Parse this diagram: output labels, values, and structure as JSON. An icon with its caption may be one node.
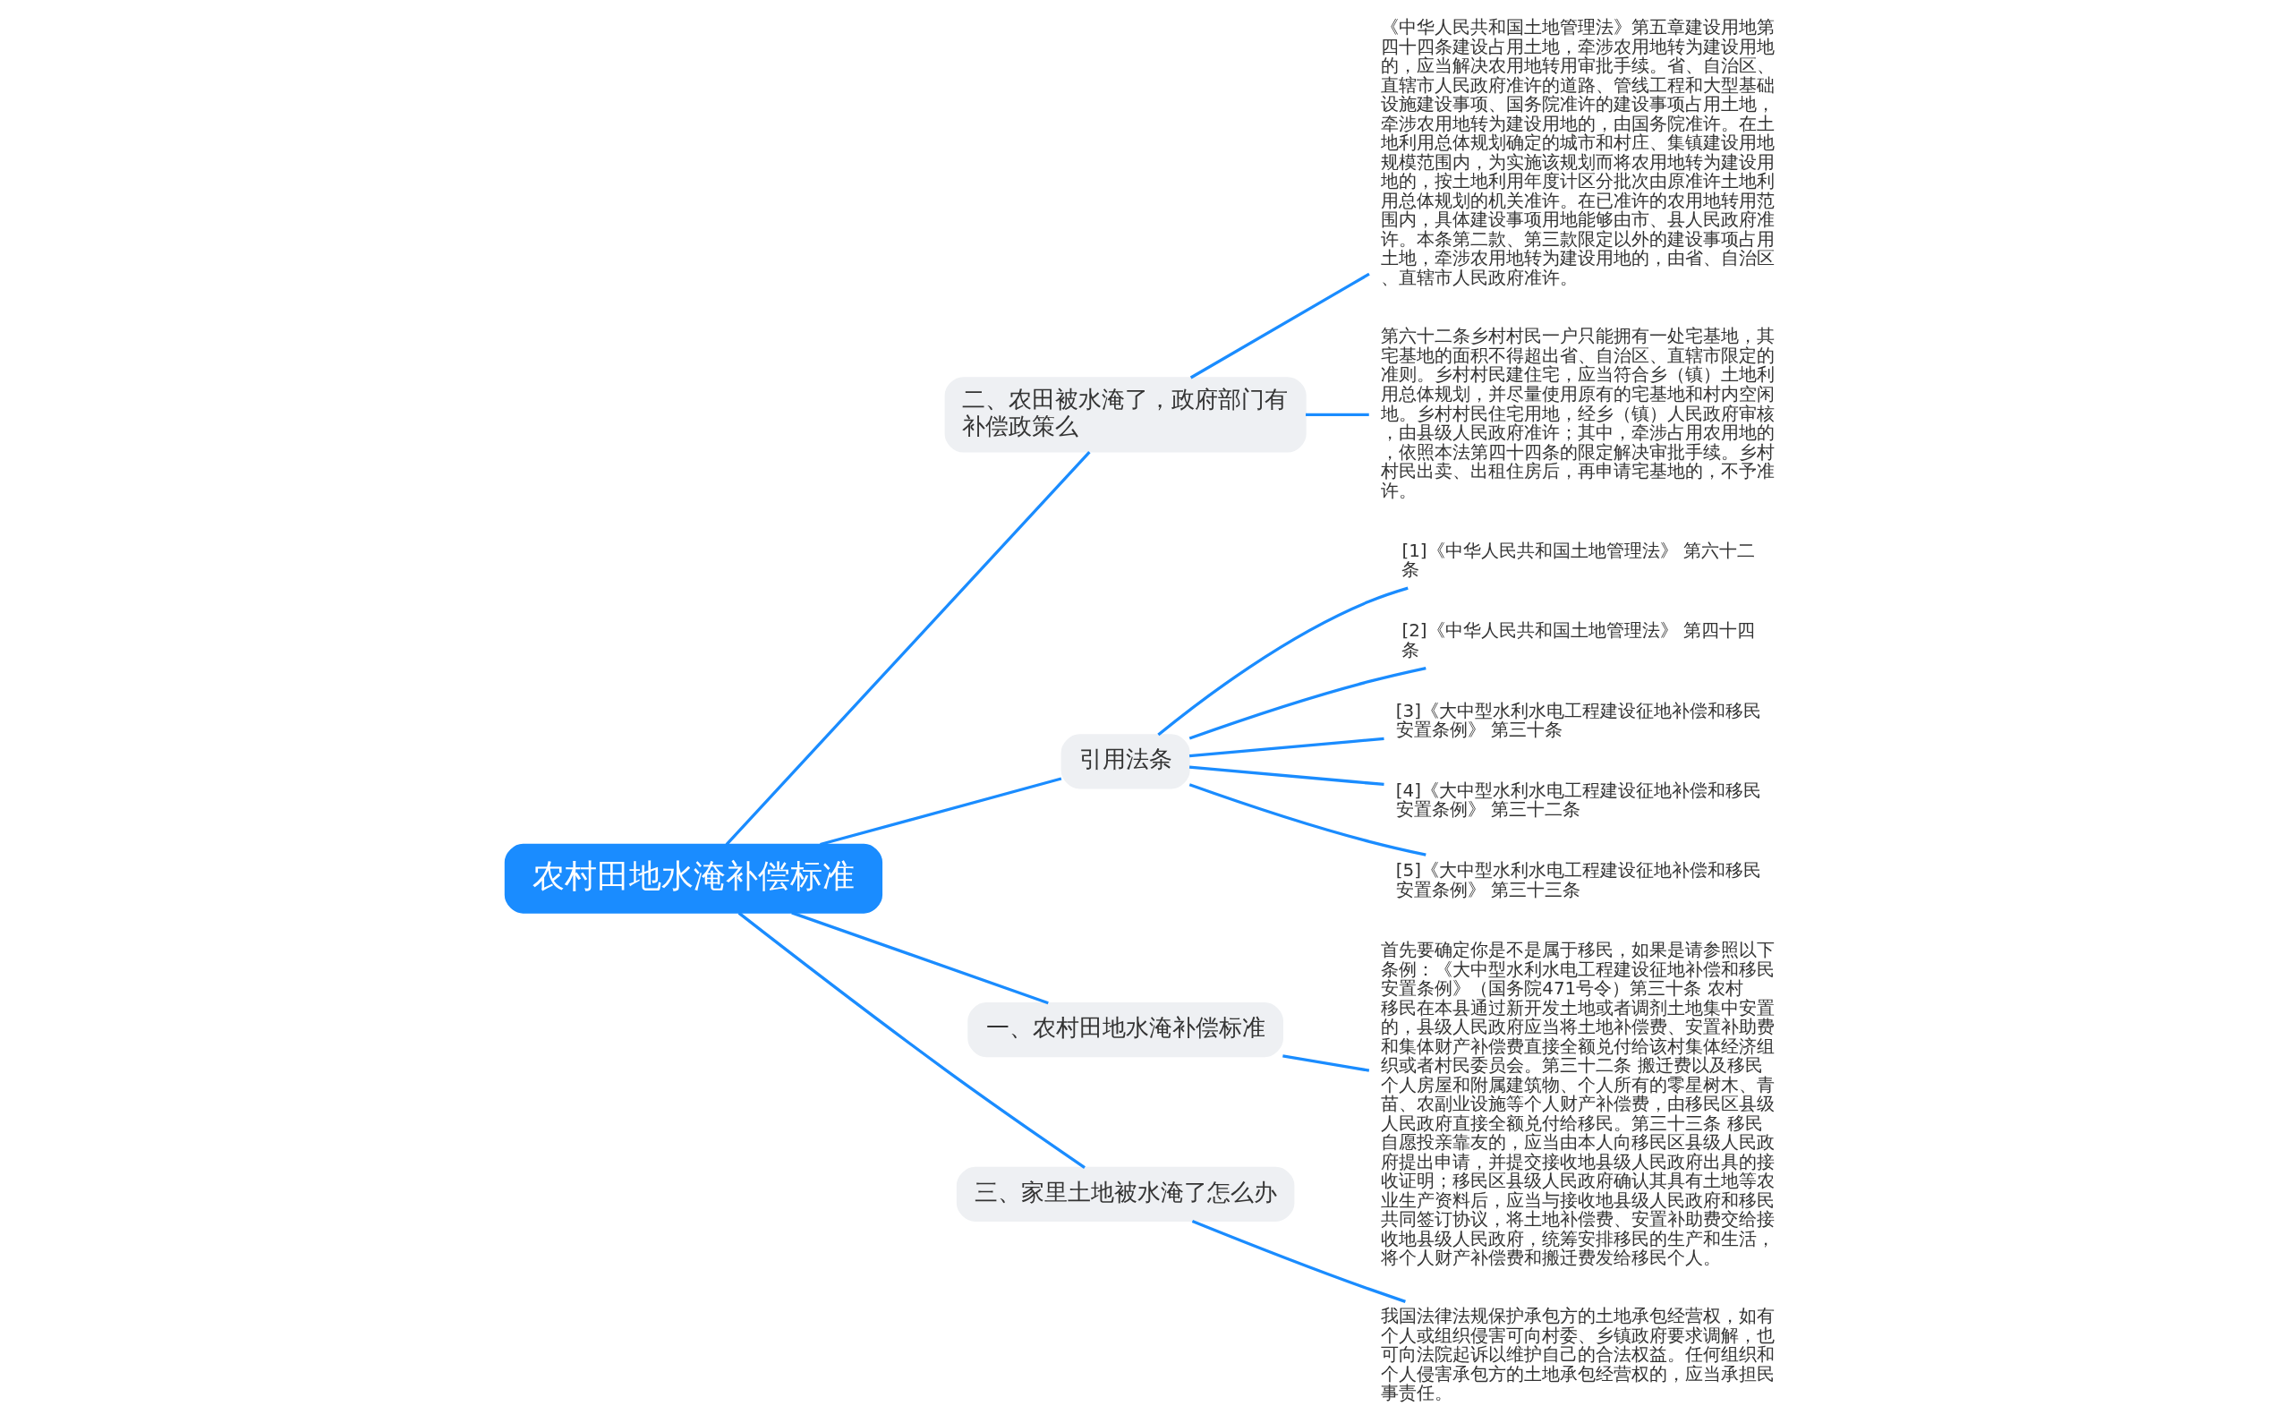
{
  "diagram": {
    "nodes": [
      {
        "text": [
          "农村田地水淹补偿标准"
        ]
      },
      {
        "text": [
          "二、农田被水淹了，政府部门有补偿政策么"
        ]
      },
      {
        "text": [
          "《中华人民共和国土地管理法》第五章建设用地第四十四条建设占用土地，牵涉农用地转为建设用地的，应当解决农用地转用审批手续。省、自治区、直辖市人民政府准许的道路、管线工程和大型基础设施建设事项、国务院准许的建设事项占用土地，牵涉农用地转为建设用地的，由国务院准许。在土地利用总体规划确定的城市和村庄、集镇建设用地规模范围内，为实施该规划而将农用地转为建设用地的，按土地利用年度计区分批次由原准许土地利用总体规划的机关准许。在已准许的农用地转用范围内，具体建设事项用地能够由市、县人民政府准许。本条第二款、第三款限定以外的建设事项占用土地，牵涉农用地转为建设用地的，由省、自治区、直辖市人民政府准许。"
        ]
      },
      {
        "text": [
          "第六十二条乡村村民一户只能拥有一处宅基地，其宅基地的面积不得超出省、自治区、直辖市限定的准则。乡村村民建住宅，应当符合乡（镇）土地利用总体规划，并尽量使用原有的宅基地和村内空闲地。乡村村民住宅用地，经乡（镇）人民政府审核，由县级人民政府准许；其中，牵涉占用农用地的，依照本法第四十四条的限定解决审批手续。乡村村民出卖、出租住房后，再申请宅基地的，不予准许。"
        ]
      },
      {
        "text": [
          "引用法条"
        ]
      },
      {
        "text": [
          "[1]《中华人民共和国土地管理法》 第六十二条"
        ]
      },
      {
        "text": [
          "[2]《中华人民共和国土地管理法》 第四十四条"
        ]
      },
      {
        "text": [
          "[3]《大中型水利水电工程建设征地补偿和移民安置条例》 第三十条"
        ]
      },
      {
        "text": [
          "[4]《大中型水利水电工程建设征地补偿和移民安置条例》 第三十二条"
        ]
      },
      {
        "text": [
          "[5]《大中型水利水电工程建设征地补偿和移民安置条例》 第三十三条"
        ]
      },
      {
        "text": [
          "一、农村田地水淹补偿标准"
        ]
      },
      {
        "text": [
          "首先要确定你是不是属于移民，如果是请参照以下条例：《大中型水利水电工程建设征地补偿和移民安置条例》（国务院471号令）第三十条 农村移民在本县通过新开发土地或者调剂土地集中安置的，县级人民政府应当将土地补偿费、安置补助费和集体财产补偿费直接全额兑付给该村集体经济组织或者村民委员会。第三十二条 搬迁费以及移民个人房屋和附属建筑物、个人所有的零星树木、青苗、农副业设施等个人财产补偿费，由移民区县级人民政府直接全额兑付给移民。第三十三条 移民自愿投亲靠友的，应当由本人向移民区县级人民政府提出申请，并提交接收地县级人民政府出具的接收证明；移民区县级人民政府确认其具有土地等农业生产资料后，应当与接收地县级人民政府和移民共同签订协议，将土地补偿费、安置补助费交给接收地县级人民政府，统筹安排移民的生产和生活，将个人财产补偿费和搬迁费发给移民个人。"
        ]
      },
      {
        "text": [
          "三、家里土地被水淹了怎么办"
        ]
      },
      {
        "text": [
          "我国法律法规保护承包方的土地承包经营权，如有个人或组织侵害可向村委、乡镇政府要求调解，也可向法院起诉以维护自己的合法权益。任何组织和个人侵害承包方的土地承包经营权的，应当承担民事责任。"
        ]
      }
    ],
    "edges": [
      {
        "from": 0,
        "to": 1,
        "arrow": "none"
      },
      {
        "from": 1,
        "to": 2,
        "arrow": "none"
      },
      {
        "from": 1,
        "to": 3,
        "arrow": "none"
      },
      {
        "from": 0,
        "to": 4,
        "arrow": "none"
      },
      {
        "from": 4,
        "to": 5,
        "arrow": "none"
      },
      {
        "from": 4,
        "to": 6,
        "arrow": "none"
      },
      {
        "from": 4,
        "to": 7,
        "arrow": "none"
      },
      {
        "from": 4,
        "to": 8,
        "arrow": "none"
      },
      {
        "from": 4,
        "to": 9,
        "arrow": "none"
      },
      {
        "from": 0,
        "to": 10,
        "arrow": "none"
      },
      {
        "from": 10,
        "to": 11,
        "arrow": "none"
      },
      {
        "from": 0,
        "to": 12,
        "arrow": "none"
      },
      {
        "from": 12,
        "to": 13,
        "arrow": "none"
      }
    ]
  }
}
